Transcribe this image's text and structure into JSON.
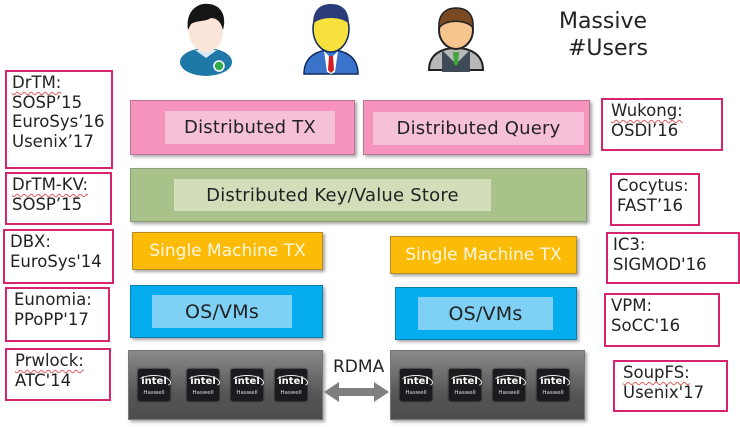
{
  "header": {
    "massive_line1": "Massive",
    "massive_line2": "#Users",
    "avatars": [
      "user-avatar-casual",
      "user-avatar-business",
      "user-avatar-vest"
    ]
  },
  "stack": {
    "distributed_tx": "Distributed TX",
    "distributed_query": "Distributed Query",
    "kv_store": "Distributed Key/Value Store",
    "single_machine_tx_left": "Single Machine TX",
    "single_machine_tx_right": "Single Machine TX",
    "os_vms_left": "OS/VMs",
    "os_vms_right": "OS/VMs",
    "interconnect": "RDMA",
    "chip_brand": "intel",
    "chip_model": "Haswell",
    "chips_per_machine": 4
  },
  "colors": {
    "pink_layer": "#f794bd",
    "green_layer": "#a9c289",
    "orange_layer": "#fbbb06",
    "blue_layer": "#05adee",
    "hardware": "#5a5a5a",
    "note_border": "#d6246e"
  },
  "notes_left": [
    {
      "title": "DrTM:",
      "lines": [
        "SOSP’15",
        "EuroSys’16",
        "Usenix’17"
      ]
    },
    {
      "title": "DrTM-KV:",
      "lines": [
        "SOSP’15"
      ]
    },
    {
      "title": "DBX:",
      "lines": [
        "EuroSys'14"
      ]
    },
    {
      "title": "Eunomia:",
      "lines": [
        "PPoPP'17"
      ]
    },
    {
      "title": "Prwlock:",
      "lines": [
        "ATC'14"
      ]
    }
  ],
  "notes_right": [
    {
      "title": "Wukong:",
      "lines": [
        "OSDI’16"
      ]
    },
    {
      "title": "Cocytus:",
      "lines": [
        "FAST’16"
      ]
    },
    {
      "title": "IC3:",
      "lines": [
        "SIGMOD'16"
      ]
    },
    {
      "title": "VPM:",
      "lines": [
        "SoCC'16"
      ]
    },
    {
      "title": "SoupFS:",
      "lines": [
        "Usenix'17"
      ]
    }
  ]
}
